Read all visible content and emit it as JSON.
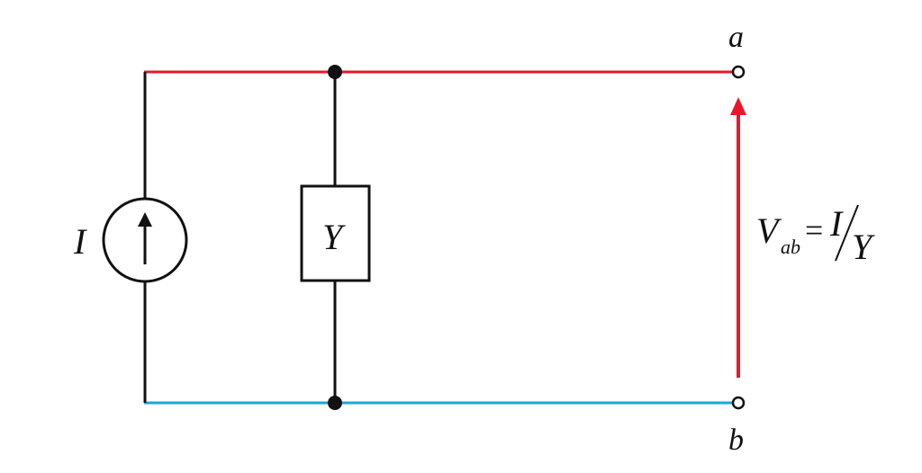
{
  "colors": {
    "top_wire": "#e8172b",
    "bottom_wire": "#1aa6d8",
    "wire": "#111111",
    "voltage_arrow": "#e8172b"
  },
  "labels": {
    "source": "I",
    "admittance": "Y",
    "terminal_a": "a",
    "terminal_b": "b",
    "voltage_symbol": "V",
    "voltage_subscript": "ab",
    "equals": "=",
    "numerator": "I",
    "denominator": "Y"
  }
}
